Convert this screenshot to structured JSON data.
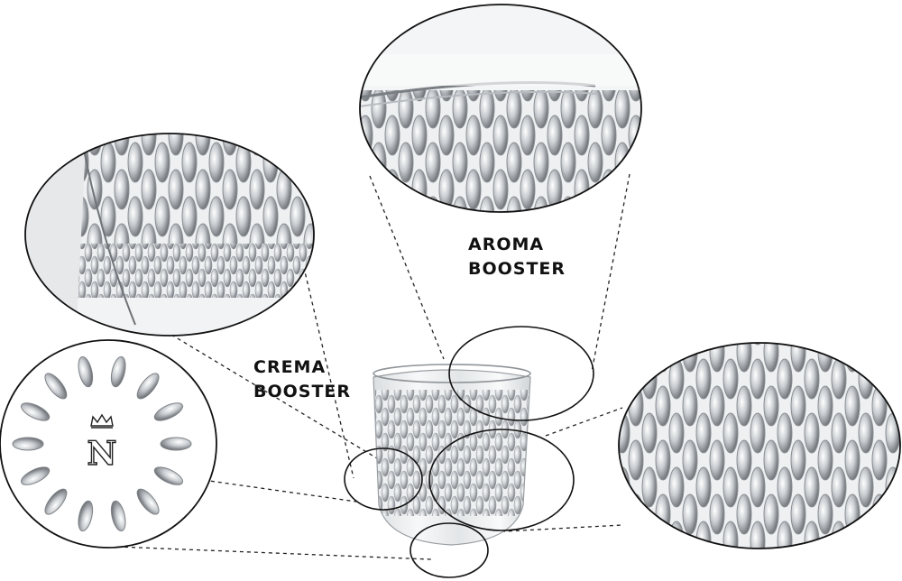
{
  "labels": {
    "aroma_line1": "AROMA",
    "aroma_line2": "BOOSTER",
    "crema_line1": "CREMA",
    "crema_line2": "BOOSTER"
  },
  "logo": {
    "glyph": "N"
  },
  "colors": {
    "background": "#ffffff",
    "outline": "#111111",
    "glass_light": "#f2f4f5",
    "glass_mid": "#c9cdd0",
    "glass_dark": "#6c7074",
    "label_text": "#111111"
  }
}
